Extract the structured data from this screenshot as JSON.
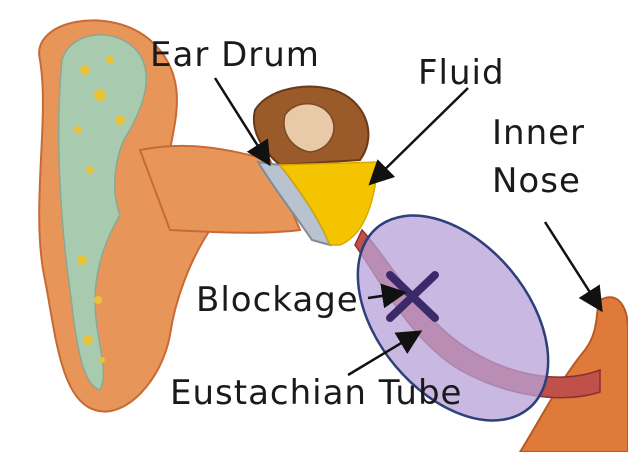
{
  "labels": {
    "ear_drum": "Ear Drum",
    "fluid": "Fluid",
    "inner_nose_line1": "Inner",
    "inner_nose_line2": "Nose",
    "blockage": "Blockage",
    "eustachian_tube": "Eustachian Tube"
  },
  "colors": {
    "skin": "#e8955a",
    "skin_dark": "#c86a35",
    "cartilage": "#a8cbb0",
    "cartilage_spots": "#e8c33a",
    "fluid": "#f5c400",
    "ear_drum": "#b9c3cf",
    "middle_ear": "#9a5a2a",
    "tube": "#c0504a",
    "highlight_fill": "#b7a1d8",
    "highlight_stroke": "#2f3f7a",
    "blockage_mark": "#3a2a6a"
  },
  "icons": {
    "blockage_mark": "x-mark-icon"
  }
}
